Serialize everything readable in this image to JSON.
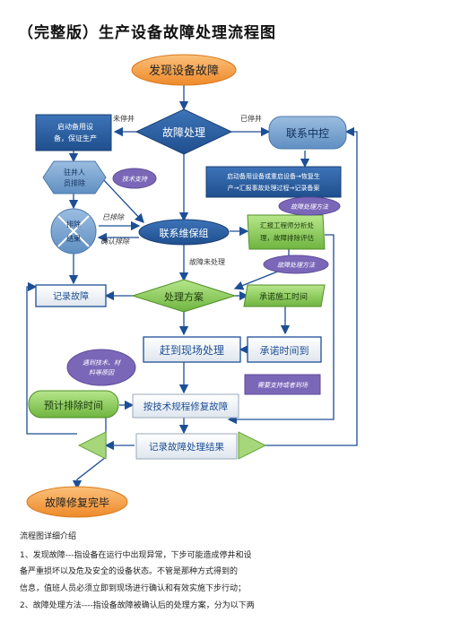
{
  "title": "（完整版）生产设备故障处理流程图",
  "nodes": {
    "start": "发现设备故障",
    "fault": "故障处理",
    "central": "联系中控",
    "standby": [
      "启动备用设",
      "备，保证生产"
    ],
    "station": [
      "驻井人",
      "员排除"
    ],
    "restart": [
      "启动备用设备或重启设备→恢复生",
      "产→汇报事故处理过程→记录备案"
    ],
    "result": [
      "排除",
      "结果"
    ],
    "maintenance": "联系维保组",
    "report": [
      "汇报工程师分析处",
      "理，故障排除评估"
    ],
    "record": "记录故障",
    "plan": "处理方案",
    "promise": "承诺施工时间",
    "arrive": "赶到现场处理",
    "promise_due": "承诺时间到",
    "estimate": "预计排除时间",
    "repair": "按技术规程修复故障",
    "record_result": "记录故障处理结果",
    "finish": "故障修复完毕"
  },
  "bubbles": {
    "tech": "技术支持",
    "method1": "故障处理方法",
    "method2": "故障处理方法",
    "materials": [
      "遇到技术、材",
      "料等原因"
    ],
    "support": "需要支持或者到场"
  },
  "edge_labels": {
    "not_stopped": "未停井",
    "stopped": "已停井",
    "resolved": "已排除",
    "confirm": "确认排除",
    "unresolved": "故障未处理"
  },
  "description": [
    "流程图详细介绍",
    "1、发现故障---指设备在运行中出现异常，下步可能造成停井和设",
    "备严重损坏以及危及安全的设备状态。不管是那种方式得到的",
    "信息，值班人员必须立即到现场进行确认和有效实施下步行动；",
    "2、故障处理方法----指设备故障被确认后的处理方案，分为以下两"
  ],
  "colors": {
    "orange": "#f39a3e",
    "navy": "#2d5fa0",
    "steel": "#6e9ccb",
    "green": "#5fad3a",
    "lightgreen": "#9ed56e",
    "purple": "#7b67b8",
    "line": "#1d4f95"
  }
}
